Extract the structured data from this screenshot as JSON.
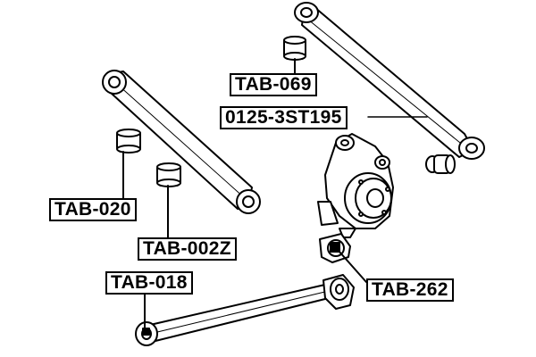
{
  "labels": {
    "tab_069": "TAB-069",
    "part_0125_3st195": "0125-3ST195",
    "tab_020": "TAB-020",
    "tab_002z": "TAB-002Z",
    "tab_018": "TAB-018",
    "tab_262": "TAB-262"
  },
  "colors": {
    "line": "#000000",
    "fill": "#ffffff",
    "shade": "#e8e8e8"
  }
}
